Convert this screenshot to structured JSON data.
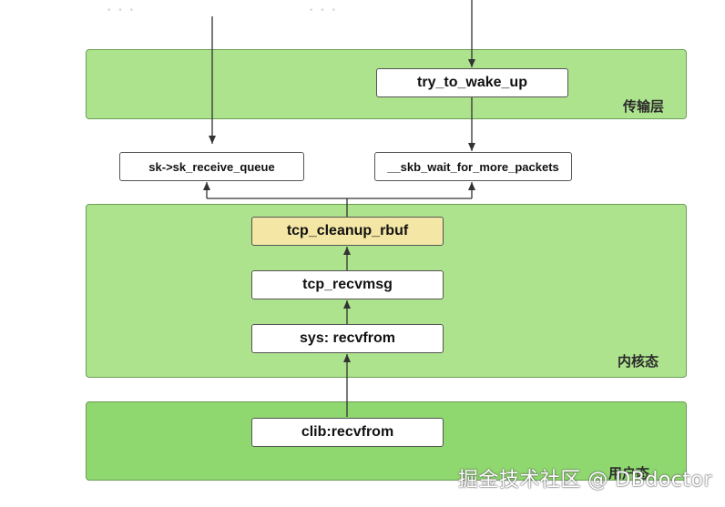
{
  "layers": {
    "transport": "传输层",
    "kernel": "内核态",
    "user": "用户态"
  },
  "nodes": {
    "try_to_wake_up": "try_to_wake_up",
    "sk_receive_queue": "sk->sk_receive_queue",
    "skb_wait": "__skb_wait_for_more_packets",
    "tcp_cleanup_rbuf": "tcp_cleanup_rbuf",
    "tcp_recvmsg": "tcp_recvmsg",
    "sys_recvfrom": "sys: recvfrom",
    "clib_recvfrom": "clib:recvfrom"
  },
  "watermark": "掘金技术社区 @ DBdoctor",
  "colors": {
    "layer_fill": "#aee38e",
    "user_layer_fill": "#8fd86f",
    "highlight_node": "#f4e6a4"
  }
}
